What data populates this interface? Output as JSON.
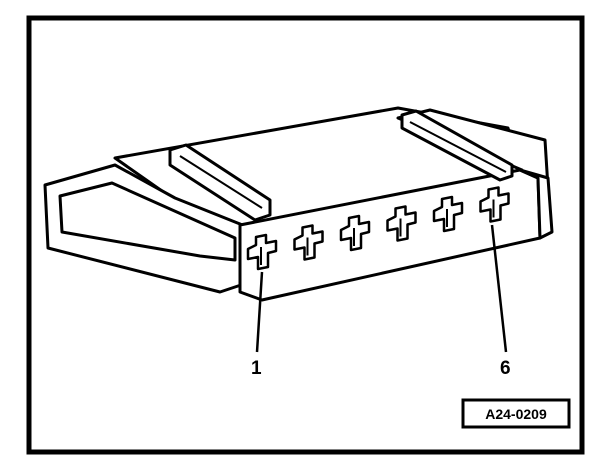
{
  "figure": {
    "callouts": [
      {
        "label": "1",
        "pin": 1
      },
      {
        "label": "6",
        "pin": 6
      }
    ],
    "reference_code": "A24-0209",
    "pin_count": 6
  },
  "colors": {
    "line": "#000000",
    "background": "#ffffff"
  }
}
